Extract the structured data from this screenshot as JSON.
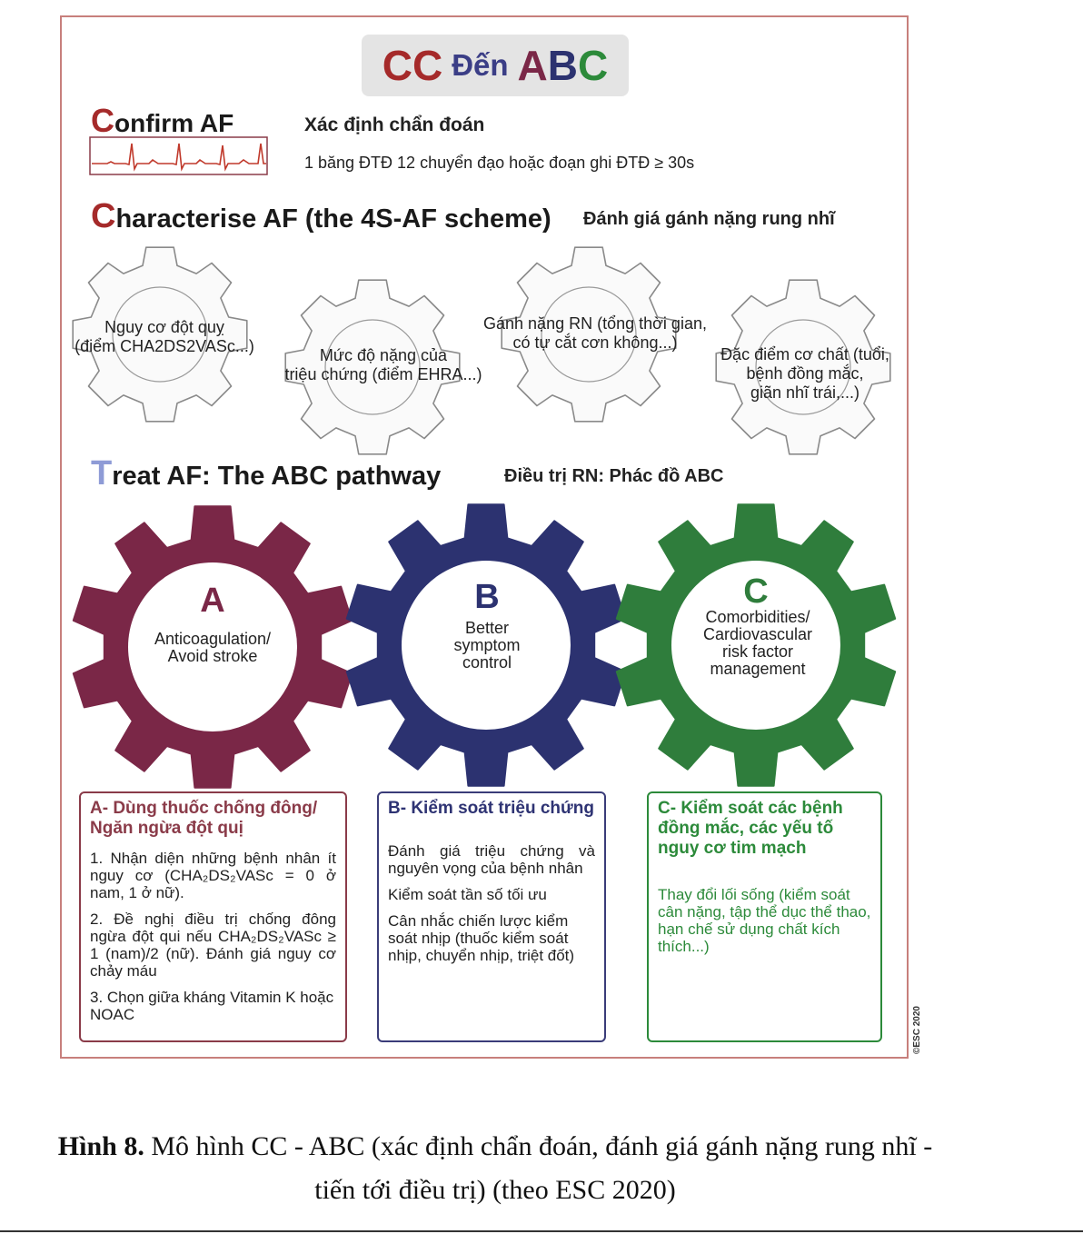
{
  "colors": {
    "frame": "#c77f7c",
    "red": "#a52a2a",
    "blue_letter": "#3b3e86",
    "green": "#2c8a3a",
    "gear_a": "#7a2747",
    "gear_b": "#2c3270",
    "gear_c": "#2f7d3c",
    "treat_t": "#8e9bd6",
    "ecg": "#c0392b"
  },
  "title": {
    "cc": "CC",
    "den": "Đến",
    "abc": "ABC"
  },
  "confirm": {
    "initial": "C",
    "rest": "onfirm AF",
    "vn": "Xác định chẩn đoán",
    "desc": "1 băng ĐTĐ 12 chuyển đạo hoặc đoạn ghi ĐTĐ ≥ 30s"
  },
  "characterise": {
    "initial": "C",
    "rest": "haracterise AF (the 4S-AF scheme)",
    "vn": "Đánh giá gánh nặng rung nhĩ",
    "gears": [
      {
        "line1": "Nguy cơ đột quỵ",
        "line2": "(điểm CHA2DS2VASc...)",
        "line3": ""
      },
      {
        "line1": "Mức độ nặng của",
        "line2": "triệu chứng (điểm EHRA...)",
        "line3": ""
      },
      {
        "line1": "Gánh nặng RN (tổng thời gian,",
        "line2": "có tự cắt cơn không...)",
        "line3": ""
      },
      {
        "line1": "Đặc điểm cơ chất (tuổi,",
        "line2": "bệnh đồng mắc,",
        "line3": "giãn nhĩ trái,...)"
      }
    ]
  },
  "treat": {
    "initial": "T",
    "rest": "reat AF: The ABC pathway",
    "vn": "Điều trị RN: Phác đồ ABC",
    "gears": [
      {
        "letter": "A",
        "line1": "Anticoagulation/",
        "line2": "Avoid stroke",
        "line3": "",
        "line4": ""
      },
      {
        "letter": "B",
        "line1": "Better",
        "line2": "symptom",
        "line3": "control",
        "line4": ""
      },
      {
        "letter": "C",
        "line1": "Comorbidities/",
        "line2": "Cardiovascular",
        "line3": "risk factor",
        "line4": "management"
      }
    ]
  },
  "boxes": {
    "a": {
      "title": "A- Dùng thuốc chống đông/ Ngăn ngừa đột quị",
      "p1": "1. Nhận diện những bệnh nhân ít nguy cơ (CHA₂DS₂VASc = 0 ở nam, 1 ở nữ).",
      "p2": "2. Đề nghị điều trị chống đông ngừa đột qui nếu CHA₂DS₂VASc ≥ 1 (nam)/2 (nữ). Đánh giá nguy cơ chảy máu",
      "p3": "3. Chọn giữa kháng Vitamin K hoặc NOAC"
    },
    "b": {
      "title": "B- Kiểm soát triệu chứng",
      "p1": "Đánh giá triệu chứng và nguyên vọng của bệnh nhân",
      "p2": "Kiểm soát tần số tối ưu",
      "p3": "Cân nhắc chiến lược kiểm soát nhịp (thuốc kiểm soát nhịp, chuyển nhịp, triệt đốt)"
    },
    "c": {
      "title": "C- Kiểm soát các bệnh đồng mắc, các yếu tố nguy cơ tim mạch",
      "p1": "Thay đổi lối sống (kiểm soát cân nặng, tập thể dục thể thao, hạn chế sử dụng chất kích thích...)"
    }
  },
  "esc_mark": "©ESC 2020",
  "caption": {
    "fig": "Hình 8.",
    "line1": " Mô hình CC - ABC (xác định chẩn đoán, đánh giá gánh nặng rung nhĩ -",
    "line2": "tiến tới điều trị) (theo ESC 2020)"
  }
}
